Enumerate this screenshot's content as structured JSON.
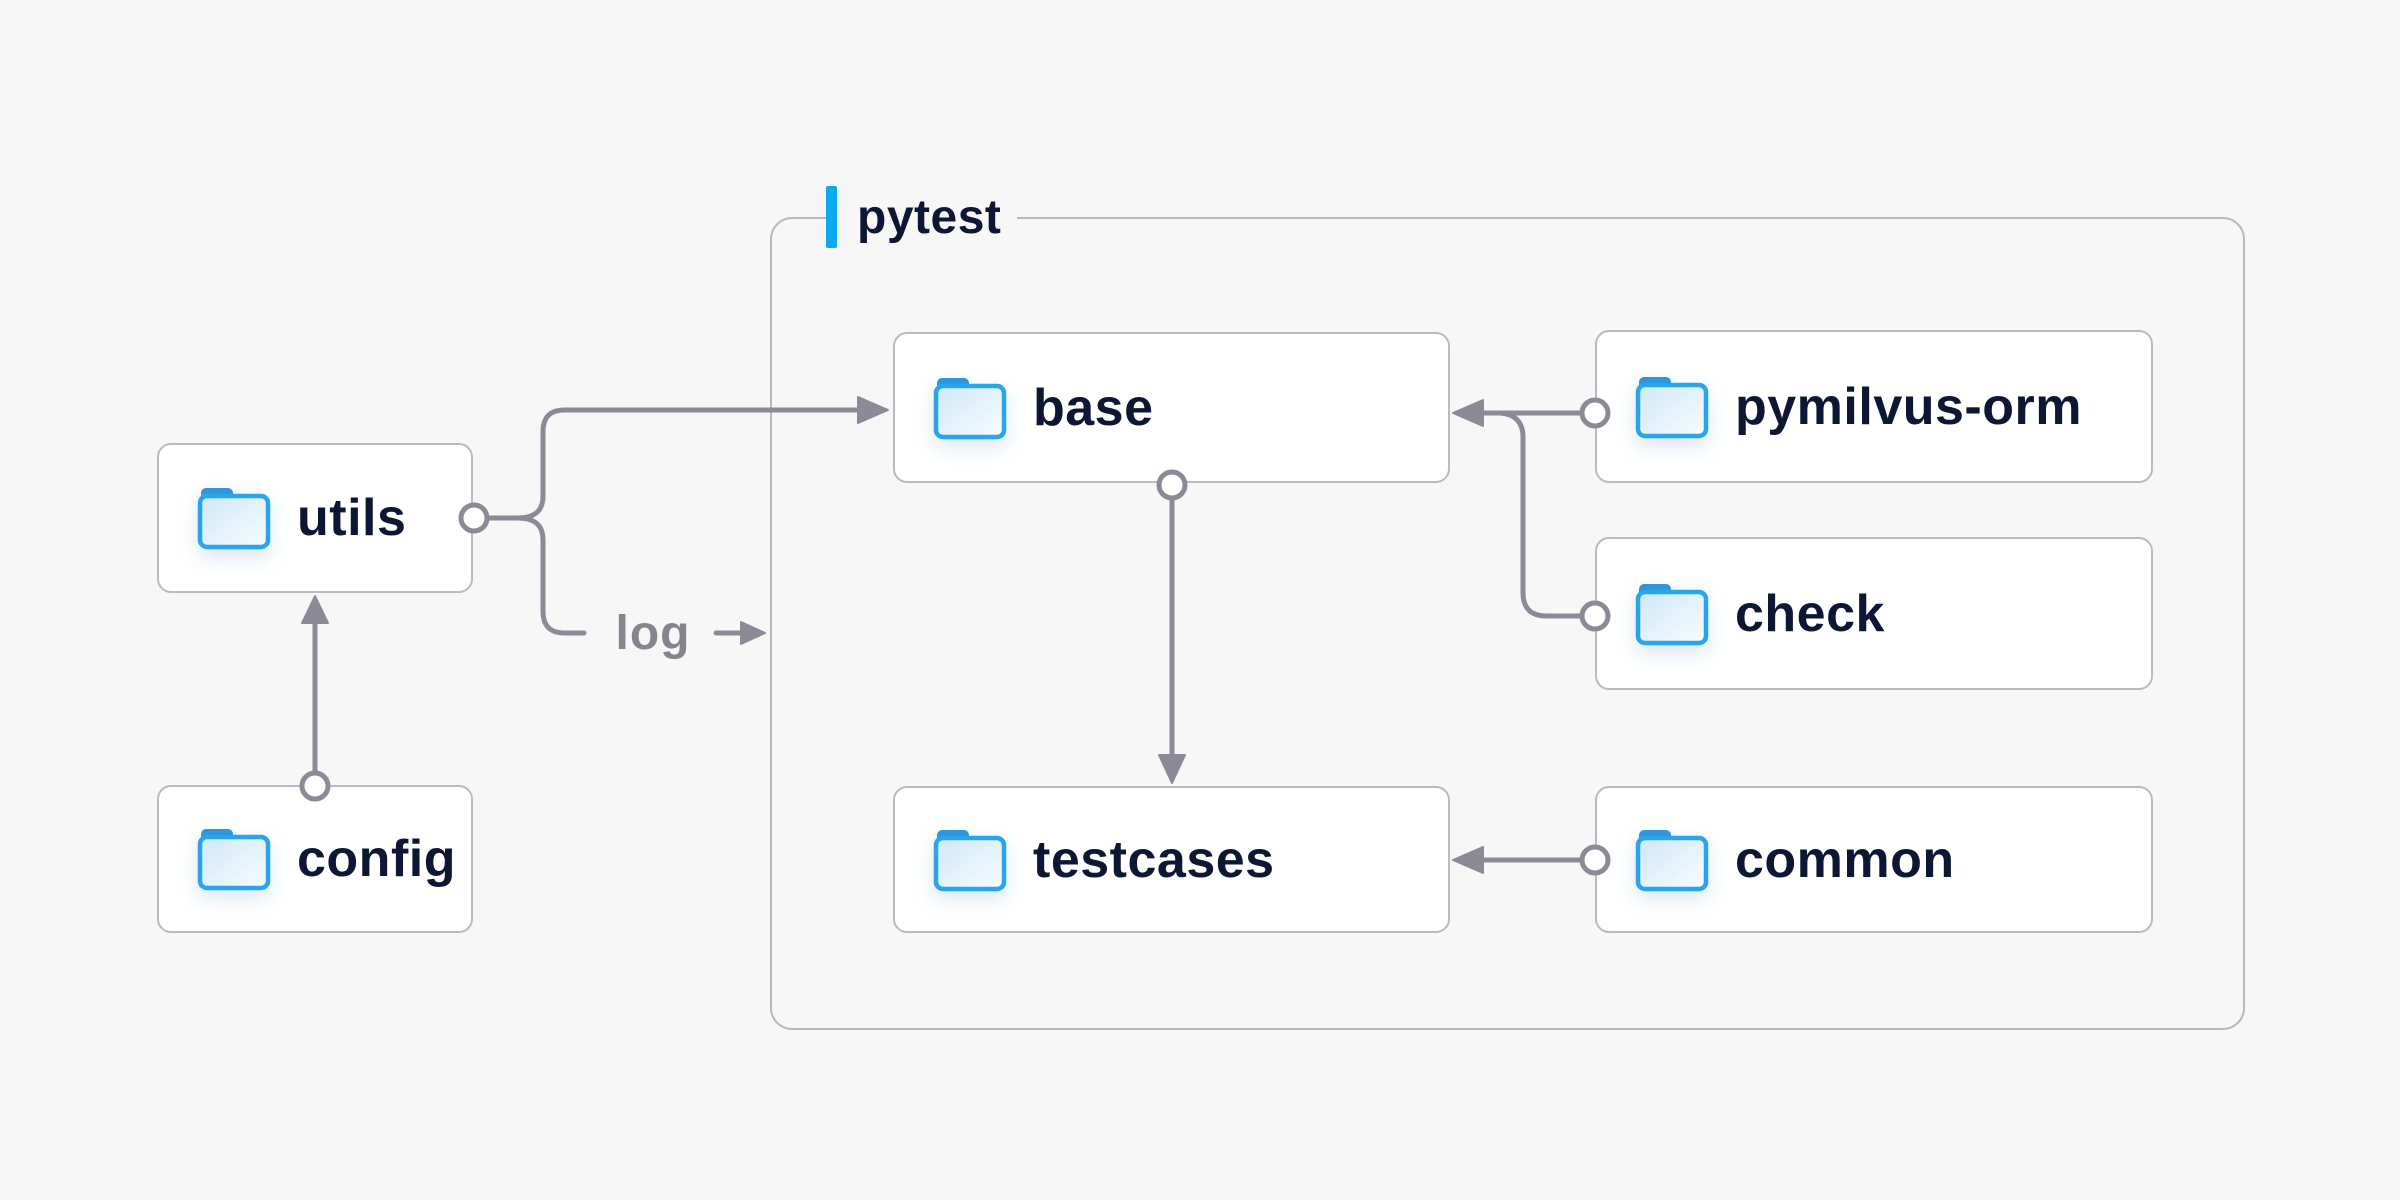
{
  "diagram": {
    "group": {
      "label": "pytest"
    },
    "nodes": [
      {
        "id": "utils",
        "label": "utils",
        "group": null,
        "icon": "folder-icon"
      },
      {
        "id": "config",
        "label": "config",
        "group": null,
        "icon": "folder-icon"
      },
      {
        "id": "base",
        "label": "base",
        "group": "pytest",
        "icon": "folder-icon"
      },
      {
        "id": "pymilvus-orm",
        "label": "pymilvus-orm",
        "group": "pytest",
        "icon": "folder-icon"
      },
      {
        "id": "check",
        "label": "check",
        "group": "pytest",
        "icon": "folder-icon"
      },
      {
        "id": "testcases",
        "label": "testcases",
        "group": "pytest",
        "icon": "folder-icon"
      },
      {
        "id": "common",
        "label": "common",
        "group": "pytest",
        "icon": "folder-icon"
      }
    ],
    "edges": [
      {
        "from": "config",
        "to": "utils",
        "label": ""
      },
      {
        "from": "utils",
        "to": "base",
        "label": ""
      },
      {
        "from": "utils",
        "to": "pytest",
        "label": "log"
      },
      {
        "from": "base",
        "to": "testcases",
        "label": ""
      },
      {
        "from": "pymilvus-orm",
        "to": "base",
        "label": ""
      },
      {
        "from": "check",
        "to": "base",
        "label": ""
      },
      {
        "from": "common",
        "to": "testcases",
        "label": ""
      }
    ]
  },
  "colors": {
    "background": "#f7f7f8",
    "node_fill": "#ffffff",
    "node_border": "#b9bac4",
    "group_border": "#b6b7c2",
    "connector": "#8a8b96",
    "label_text": "#0d1733",
    "accent_blue_bar": "#0da9f0",
    "folder_outline": "#28a5ec",
    "folder_tab": "#3095da",
    "log_label_text": "#84858f"
  }
}
